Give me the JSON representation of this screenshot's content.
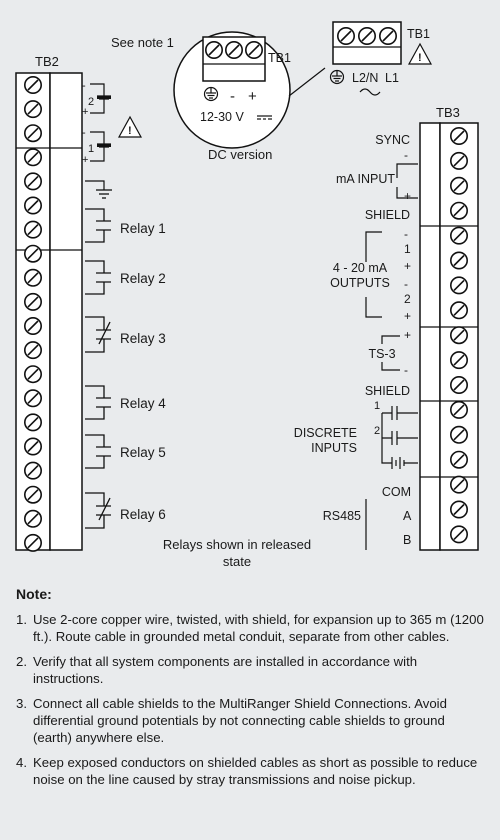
{
  "diagram": {
    "see_note": "See note 1",
    "dc_inset": {
      "tb_label": "TB1",
      "minus": "-",
      "plus": "+",
      "voltage": "12-30 V",
      "caption": "DC version"
    },
    "ac_block": {
      "tb_label": "TB1",
      "l2n": "L2/N",
      "l1": "L1"
    },
    "tb2": {
      "label": "TB2",
      "battery_markers": [
        {
          "num": "2",
          "minus": "-",
          "plus": "+"
        },
        {
          "num": "1",
          "minus": "-",
          "plus": "+"
        }
      ],
      "relays": [
        "Relay 1",
        "Relay 2",
        "Relay 3",
        "Relay 4",
        "Relay 5",
        "Relay 6"
      ],
      "relays_note_line1": "Relays shown in released",
      "relays_note_line2": "state"
    },
    "tb3": {
      "label": "TB3",
      "sync": "SYNC",
      "ma_input": "mA INPUT",
      "ma_minus": "-",
      "ma_plus": "+",
      "shield": "SHIELD",
      "outputs_line1": "4 - 20 mA",
      "outputs_line2": "OUTPUTS",
      "out_minus_1": "-",
      "out_num_1": "1",
      "out_plus_1": "+",
      "out_minus_2": "-",
      "out_num_2": "2",
      "out_plus_2": "+",
      "ts3": "TS-3",
      "ts3_plus": "+",
      "ts3_minus": "-",
      "shield2": "SHIELD",
      "discrete_line1": "DISCRETE",
      "discrete_line2": "INPUTS",
      "di_1": "1",
      "di_2": "2",
      "com": "COM",
      "rs485": "RS485",
      "rs_a": "A",
      "rs_b": "B"
    }
  },
  "notes": {
    "title": "Note:",
    "items": [
      {
        "num": "1.",
        "text": "Use 2-core copper wire, twisted, with shield, for expansion up to 365 m (1200 ft.). Route cable in grounded metal conduit, separate from other cables."
      },
      {
        "num": "2.",
        "text": "Verify that all system components are installed in accordance with instructions."
      },
      {
        "num": "3.",
        "text": "Connect all cable shields to the MultiRanger Shield Connections. Avoid differential ground potentials by not connecting cable shields to ground (earth) anywhere else."
      },
      {
        "num": "4.",
        "text": "Keep exposed conductors on shielded cables as short as possible to reduce noise on the line caused by stray transmissions and noise pickup."
      }
    ]
  }
}
